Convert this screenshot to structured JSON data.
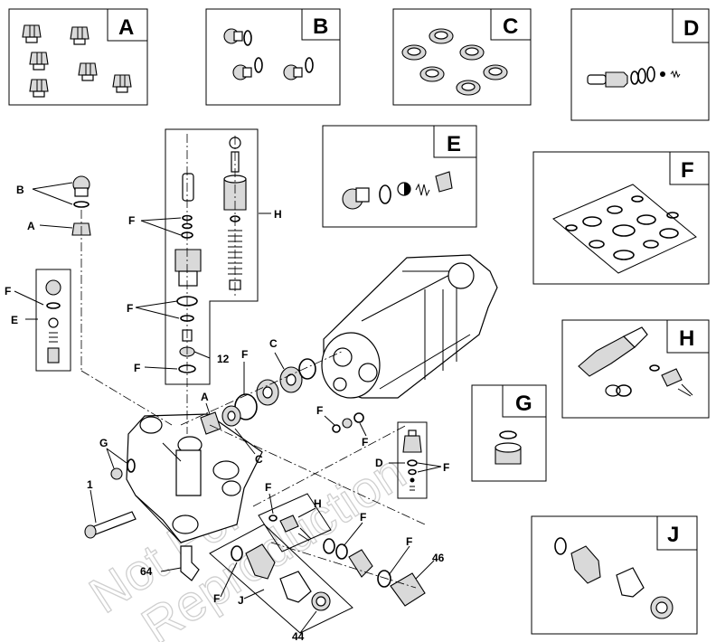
{
  "watermark": {
    "line1": "Not For",
    "line2": "Reproduction"
  },
  "kit_boxes": {
    "A": "A",
    "B": "B",
    "C": "C",
    "D": "D",
    "E": "E",
    "F": "F",
    "G": "G",
    "H": "H",
    "J": "J"
  },
  "callouts": {
    "b_left": "B",
    "a_left": "A",
    "f_left": "F",
    "e_left": "E",
    "f_valve1": "F",
    "f_valve2": "F",
    "h_valve": "H",
    "num_12": "12",
    "f_valve3": "F",
    "c_mid": "C",
    "f_mid": "F",
    "a_mid": "A",
    "c_mid2": "C",
    "f_right1": "F",
    "f_right2": "F",
    "g_left": "G",
    "num_1": "1",
    "d_mid": "D",
    "f_d": "F",
    "f_h": "F",
    "h_bottom": "H",
    "f_bottom1": "F",
    "f_bottom2": "F",
    "num_46": "46",
    "num_64": "64",
    "f_j": "F",
    "j_bottom": "J",
    "num_44": "44"
  }
}
